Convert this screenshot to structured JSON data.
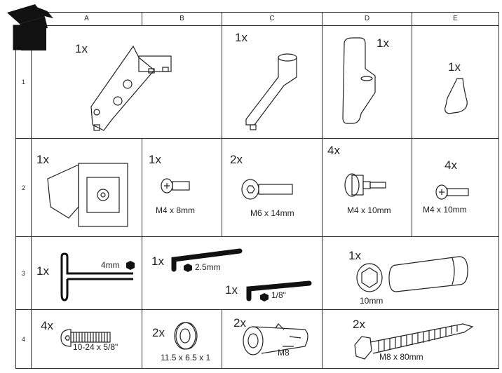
{
  "columns": [
    "A",
    "B",
    "C",
    "D",
    "E"
  ],
  "rows": [
    "1",
    "2",
    "3",
    "4"
  ],
  "parts": {
    "r1a": {
      "qty": "1x"
    },
    "r1c": {
      "qty": "1x"
    },
    "r1d": {
      "qty": "1x"
    },
    "r1e": {
      "qty": "1x"
    },
    "r2a": {
      "qty": "1x"
    },
    "r2b": {
      "qty": "1x",
      "size": "M4 x 8mm"
    },
    "r2c": {
      "qty": "2x",
      "size": "M6 x 14mm"
    },
    "r2d": {
      "qty": "4x",
      "size": "M4 x 10mm"
    },
    "r2e": {
      "qty": "4x",
      "size": "M4 x 10mm"
    },
    "r3a": {
      "qty": "1x",
      "size": "4mm"
    },
    "r3b1": {
      "qty": "1x",
      "size": "2.5mm"
    },
    "r3b2": {
      "qty": "1x",
      "size": "1/8\""
    },
    "r3d": {
      "qty": "1x",
      "size": "10mm"
    },
    "r4a": {
      "qty": "4x",
      "size": "10-24 x 5/8\""
    },
    "r4b": {
      "qty": "2x",
      "size": "11.5 x 6.5 x 1"
    },
    "r4c": {
      "qty": "2x",
      "size": "M8"
    },
    "r4d": {
      "qty": "2x",
      "size": "M8 x 80mm"
    }
  }
}
